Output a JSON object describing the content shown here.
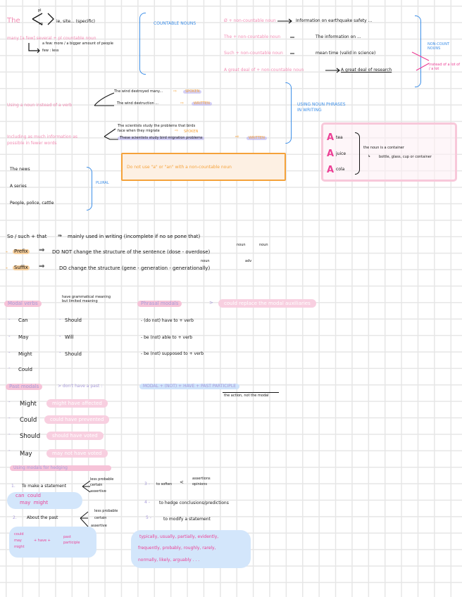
{
  "countable": {
    "the_label": "The",
    "branch_top": "pl",
    "branch_bottom": "sg",
    "the_examples": "ie, site... (specific)",
    "many_label": "many [a few] several + pl countable noun",
    "a_few_note": "a few: more / a bigger amount of people",
    "few_note": "few : less",
    "brace_label": "COUNTABLE NOUNS"
  },
  "non_countable": {
    "rows": [
      {
        "rule": "Ø + non-countable noun",
        "example": "Information on earthquake safety ..."
      },
      {
        "rule": "The + non-countable noun",
        "example": "The information on ..."
      },
      {
        "rule": "Such + non-countable noun",
        "example": "mean time (valid in science)"
      },
      {
        "rule": "A great deal of + non-countable noun",
        "example": "A great deal of research"
      }
    ],
    "brace_label": "NON-COUNT NOUNS",
    "instead_note": "Instead of a lot of / a lot"
  },
  "noun_phrases": {
    "rule_1": "Using a noun instead of a verb",
    "ex_1a": "The wind destroyed many...",
    "ex_1a_tag": "SPOKEN",
    "ex_1b": "The wind destruction ...",
    "ex_1b_tag": "WRITTEN",
    "rule_2_line1": "Including as much information as",
    "rule_2_line2": "possible in fewer words",
    "ex_2a_line1": "The scientists study the problems that birds",
    "ex_2a_line2": "face when they migrate",
    "ex_2a_tag": "SPOKEN",
    "ex_2b": "These scientists study bird migration problems",
    "ex_2b_tag": "WRITTEN",
    "brace_label_1": "USING NOUN PHRASES",
    "brace_label_2": "IN WRITING"
  },
  "a_box": {
    "items": [
      "A tea",
      "A juice",
      "A cola"
    ],
    "article": "A",
    "words": [
      "tea",
      "juice",
      "cola"
    ],
    "note_1": "the noun is a container",
    "note_2": "bottle, glass, cup or container"
  },
  "plural": {
    "items": [
      "The news",
      "A series",
      "People, police, cattle"
    ],
    "brace_label": "PLURAL"
  },
  "warning": {
    "text": "Do not use \"a\" or \"an\" with a non-countable noun"
  },
  "affixes": {
    "so_such": "So / such + that",
    "so_such_rest": "mainly used in writing (incomplete if no se pone that)",
    "prefix_label": "Prefix",
    "prefix_rest": "DO NOT change the structure of the sentence (dose - overdose)",
    "prefix_nouns": [
      "noun",
      "noun"
    ],
    "suffix_label": "Suffix",
    "suffix_rest": "DO change the structure (gene - generation - generationally)",
    "suffix_tags": [
      "noun",
      "adv"
    ]
  },
  "modals": {
    "heading": "Modal verbs",
    "note": "have grammatical meaning but limited meaning",
    "col1": [
      "Can",
      "May",
      "Might",
      "Could"
    ],
    "col2": [
      "Should",
      "Will",
      "Should"
    ],
    "phrasal_heading": "Phrasal modals",
    "phrasal_arrow": ">",
    "phrasal_note": "could replace the modal auxiliaries",
    "phrasal_items": [
      "(do not) have to + verb",
      "be (not) able to + verb",
      "be (not) supposed to + verb"
    ]
  },
  "past_modals": {
    "heading": "Past modals",
    "subtitle": "> don't have a past :",
    "formula": "MODAL + (NOT) + HAVE + PAST PARTICIPLE",
    "formula_note": "the action, not the modal",
    "items": [
      {
        "modal": "Might",
        "example": "might have affected"
      },
      {
        "modal": "Could",
        "example": "could have prevented"
      },
      {
        "modal": "Should",
        "example": "should have voted"
      },
      {
        "modal": "May",
        "example": "may not have voted"
      }
    ]
  },
  "hedging": {
    "heading": "Using modals for hedging",
    "item_1_num": "1.",
    "item_1": "To make a statement",
    "item_1_levels": [
      "less probable",
      "certain",
      "assertive"
    ],
    "item_1_modals_a": "can  could",
    "item_1_modals_b": "may  might",
    "item_2_num": "2.",
    "item_2": "About the past",
    "item_2_levels": [
      "less probable",
      "certain",
      "assertive"
    ],
    "item_2_modals": [
      "could",
      "may",
      "might"
    ],
    "item_2_formula": "+ have +",
    "item_2_pp": [
      "past",
      "participle"
    ],
    "item_3_num": "3 -",
    "item_3": "to soften",
    "item_3_branches": [
      "assertions",
      "opinions"
    ],
    "item_4_num": "4 -",
    "item_4": "to hedge conclusions/predictions",
    "item_5_num": "5 -",
    "item_5": "to modify a statement",
    "adverbs_1": "typically, usually, partially, evidently,",
    "adverbs_2": "frequently, probably, roughly, rarely,",
    "adverbs_3": "normally, likely, arguably . . ."
  }
}
